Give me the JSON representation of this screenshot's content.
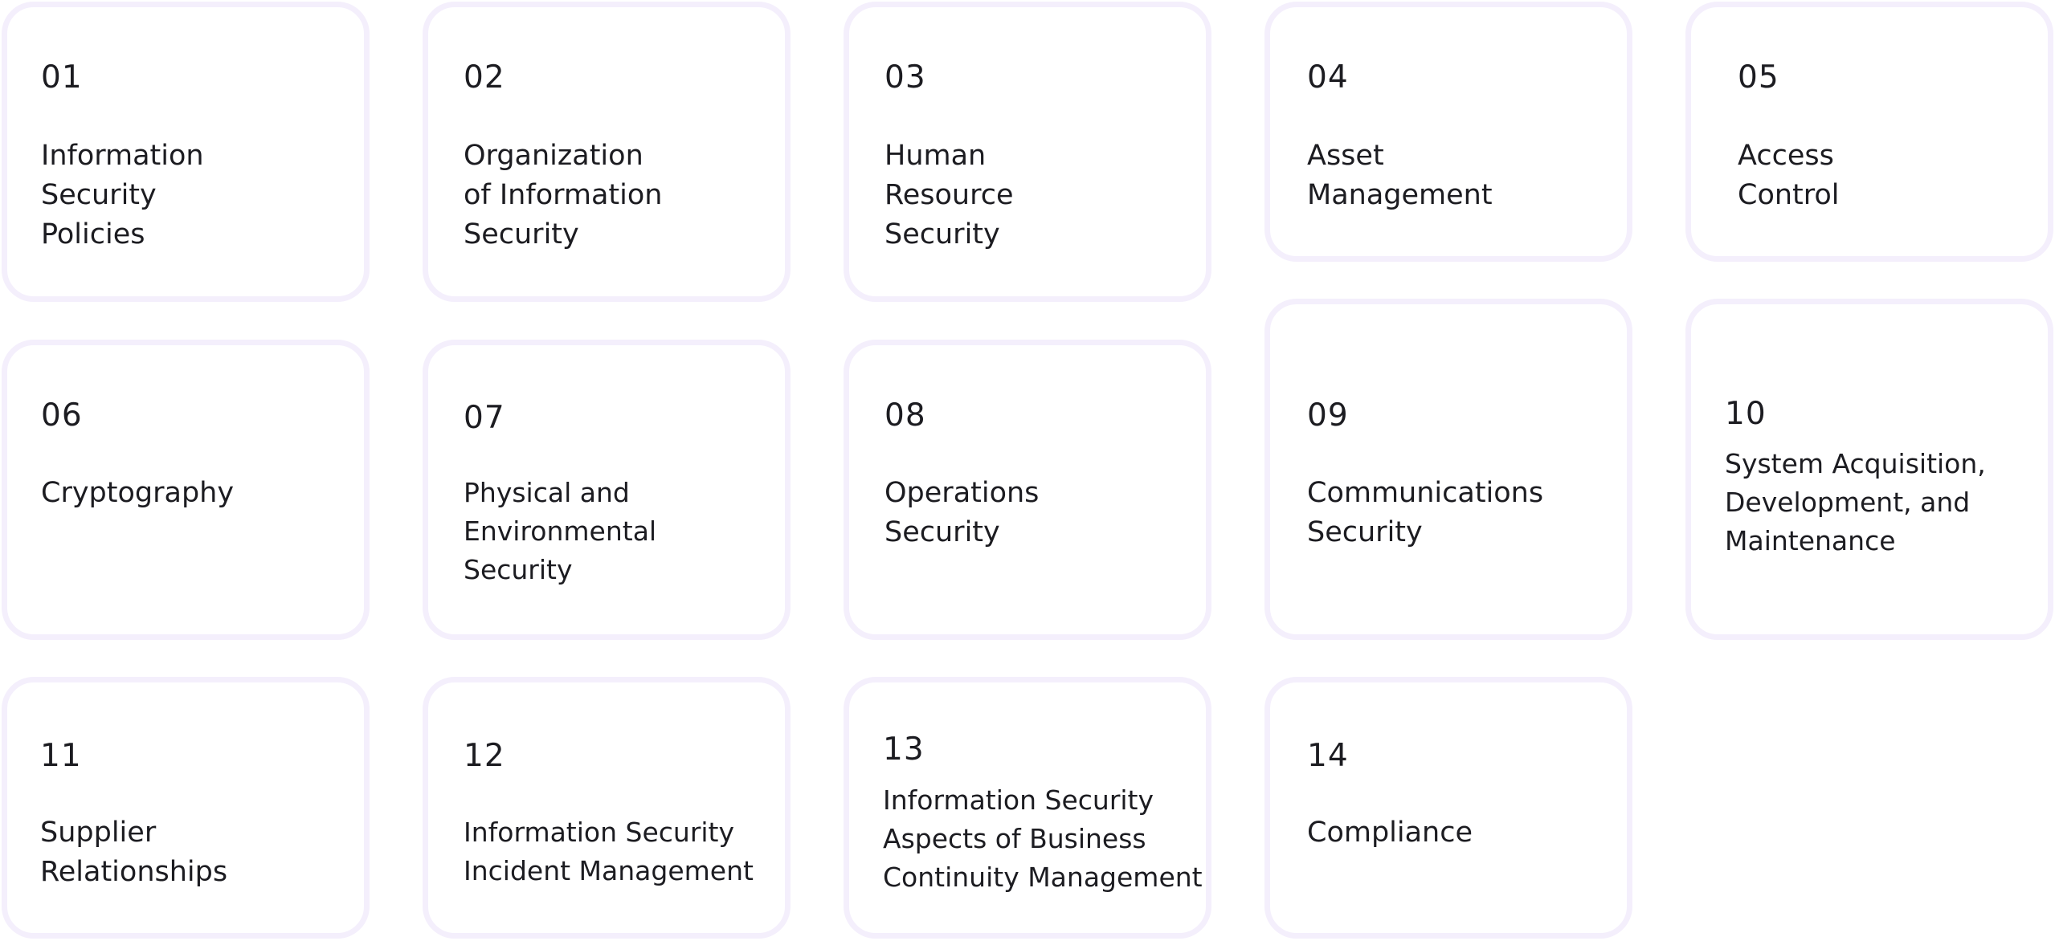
{
  "cards": [
    {
      "number": "01",
      "title": "Information\nSecurity\nPolicies"
    },
    {
      "number": "02",
      "title": "Organization\nof Information\nSecurity"
    },
    {
      "number": "03",
      "title": "Human\nResource\nSecurity"
    },
    {
      "number": "04",
      "title": "Asset\nManagement"
    },
    {
      "number": "05",
      "title": "Access\nControl"
    },
    {
      "number": "06",
      "title": "Cryptography"
    },
    {
      "number": "07",
      "title": "Physical and\nEnvironmental\nSecurity"
    },
    {
      "number": "08",
      "title": "Operations\nSecurity"
    },
    {
      "number": "09",
      "title": "Communications\nSecurity"
    },
    {
      "number": "10",
      "title": "System Acquisition,\nDevelopment, and\nMaintenance"
    },
    {
      "number": "11",
      "title": "Supplier\nRelationships"
    },
    {
      "number": "12",
      "title": "Information Security\nIncident Management"
    },
    {
      "number": "13",
      "title": "Information Security\nAspects of Business\nContinuity Management"
    },
    {
      "number": "14",
      "title": "Compliance"
    }
  ],
  "colors": {
    "card_border": "#f4effc",
    "text": "#1c1c21",
    "background": "#ffffff"
  }
}
